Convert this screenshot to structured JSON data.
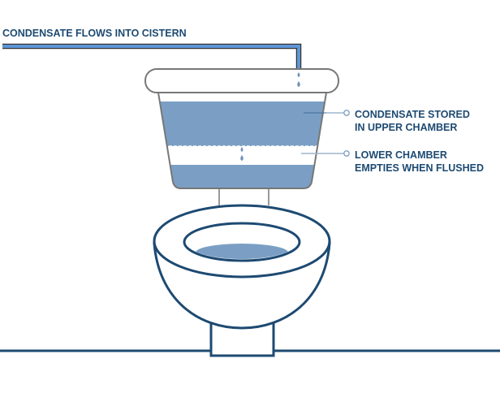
{
  "title": "CONDENSATE FLOWS INTO CISTERN",
  "labels": {
    "upper": [
      "CONDENSATE STORED",
      "IN UPPER CHAMBER"
    ],
    "lower": [
      "LOWER CHAMBER",
      "EMPTIES WHEN FLUSHED"
    ]
  },
  "colors": {
    "navy": "#1d4a72",
    "water": "#7b9fc4",
    "pipe": "#5e95d6",
    "outline": "#7a7a7a"
  }
}
